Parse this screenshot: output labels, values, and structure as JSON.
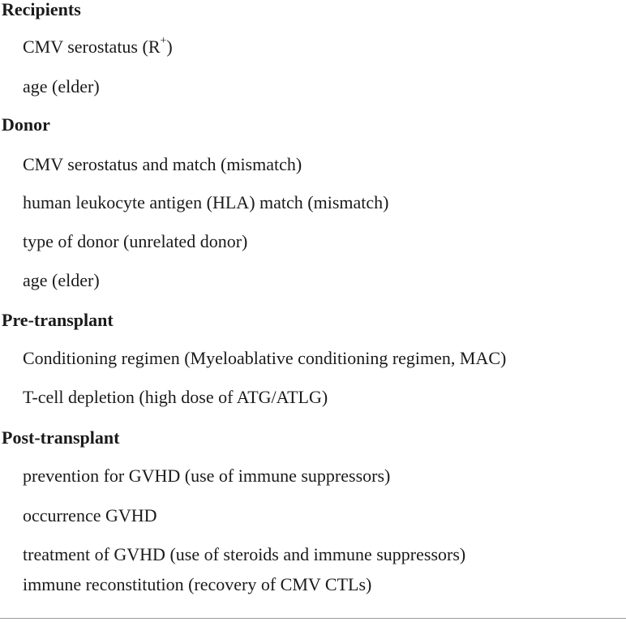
{
  "sections": [
    {
      "title": "Recipients",
      "items": [
        {
          "parts": [
            {
              "text": "CMV serostatus (R"
            },
            {
              "text": "+",
              "sup": true
            },
            {
              "text": ")"
            }
          ]
        },
        {
          "parts": [
            {
              "text": "age (elder)"
            }
          ]
        }
      ]
    },
    {
      "title": "Donor",
      "items": [
        {
          "parts": [
            {
              "text": "CMV serostatus and match (mismatch)"
            }
          ]
        },
        {
          "parts": [
            {
              "text": "human leukocyte antigen (HLA) match (mismatch)"
            }
          ]
        },
        {
          "parts": [
            {
              "text": "type of donor (unrelated donor)"
            }
          ]
        },
        {
          "parts": [
            {
              "text": "age (elder)"
            }
          ]
        }
      ]
    },
    {
      "title": "Pre-transplant",
      "items": [
        {
          "parts": [
            {
              "text": "Conditioning regimen (Myeloablative conditioning regimen, MAC)"
            }
          ]
        },
        {
          "parts": [
            {
              "text": "T-cell depletion (high dose of ATG/ATLG)"
            }
          ]
        }
      ]
    },
    {
      "title": "Post-transplant",
      "items": [
        {
          "parts": [
            {
              "text": "prevention for GVHD (use of immune suppressors)"
            }
          ]
        },
        {
          "parts": [
            {
              "text": "occurrence GVHD"
            }
          ]
        },
        {
          "parts": [
            {
              "text": "treatment of GVHD (use of steroids and immune suppressors)"
            }
          ]
        },
        {
          "parts": [
            {
              "text": "immune reconstitution (recovery of CMV CTLs)"
            }
          ]
        }
      ]
    }
  ]
}
